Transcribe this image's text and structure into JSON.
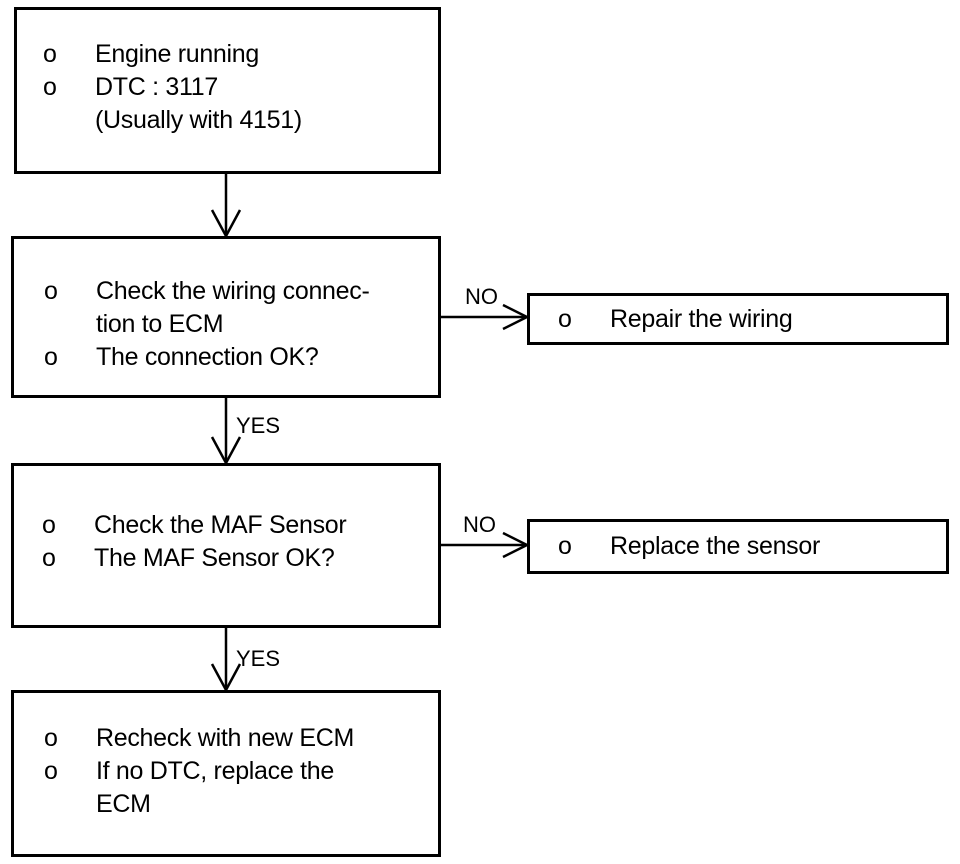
{
  "flowchart": {
    "bullet": "o",
    "steps": [
      {
        "items": [
          "Engine running",
          "DTC : 3117"
        ],
        "continuation": "(Usually with 4151)"
      },
      {
        "items": [
          "Check the wiring connec-",
          "The connection OK?"
        ],
        "first_item_continuation": "tion to ECM"
      },
      {
        "items": [
          "Check the MAF Sensor",
          "The MAF Sensor OK?"
        ]
      },
      {
        "items": [
          "Recheck with new ECM",
          "If no DTC, replace the"
        ],
        "continuation": "ECM"
      }
    ],
    "actions": [
      {
        "text": "Repair the wiring"
      },
      {
        "text": "Replace the sensor"
      }
    ],
    "labels": {
      "no": "NO",
      "yes": "YES"
    }
  }
}
